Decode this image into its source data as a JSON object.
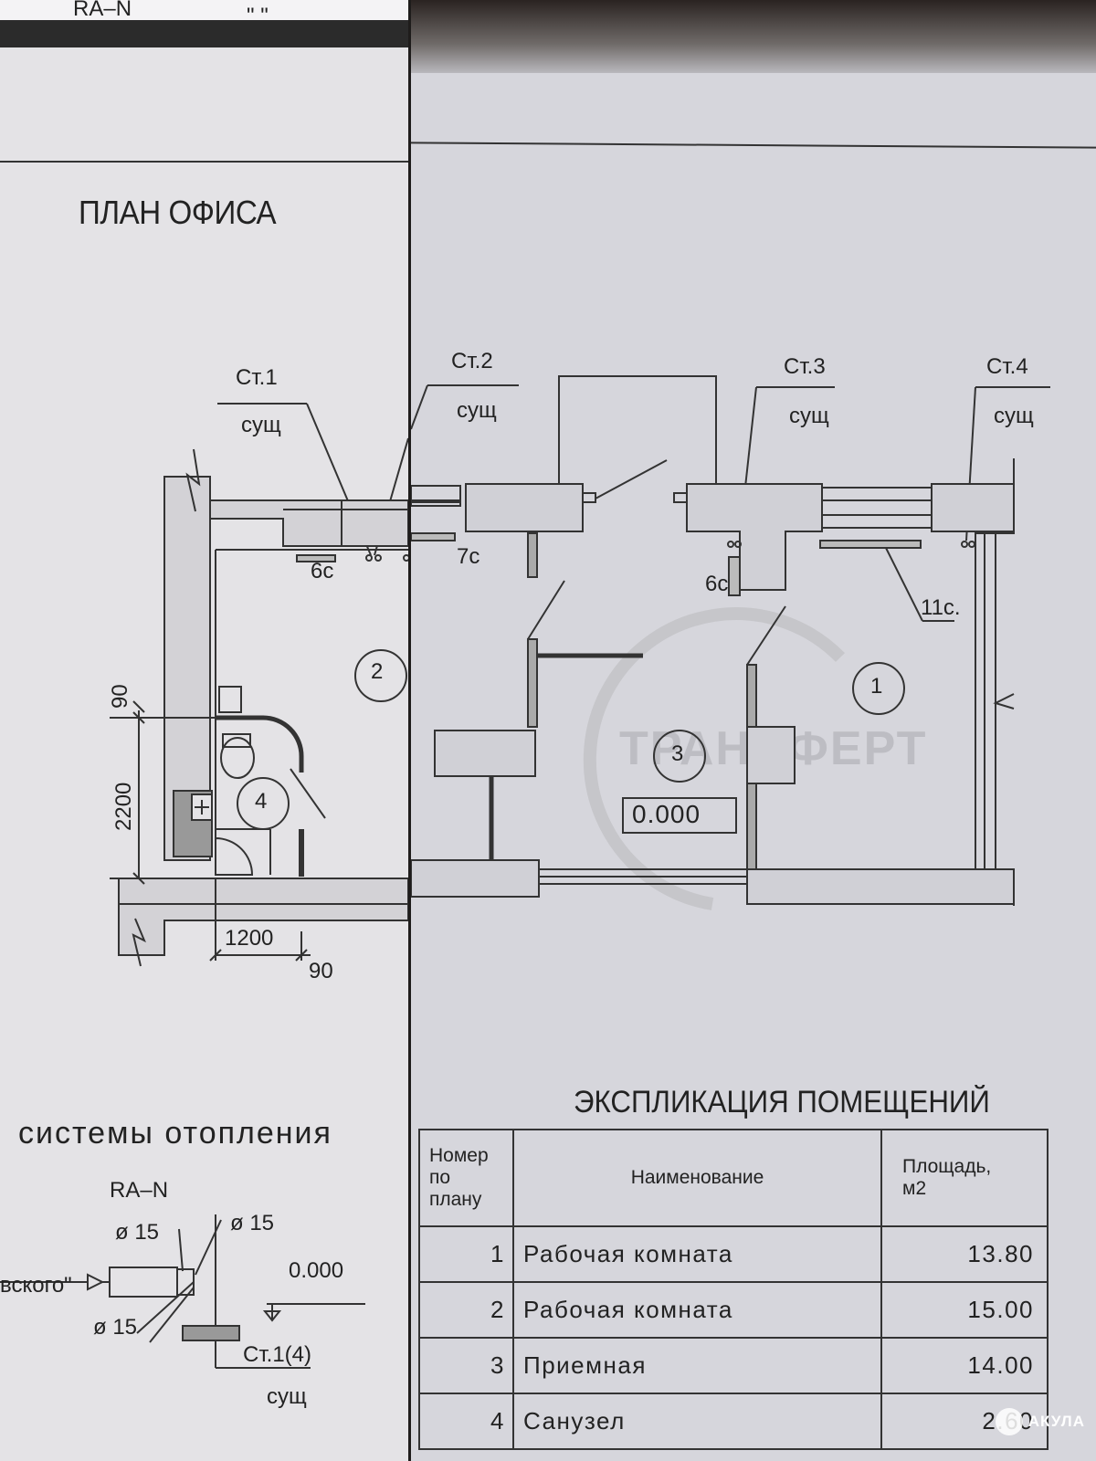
{
  "left_page": {
    "top_fragment": "RA–N",
    "top_quote": "\"          \"",
    "title": "ПЛАН ОФИСА",
    "riser_1": "Ст.1",
    "riser_1_note": "сущ",
    "label_6c": "6с",
    "room_2": "2",
    "room_4": "4",
    "dim_90_top": "90",
    "dim_2200": "2200",
    "dim_1200": "1200",
    "dim_90_bottom": "90",
    "heating_title": "системы отопления",
    "detail_valve": "RA–N",
    "diam_a": "ø 15",
    "diam_b": "ø 15",
    "diam_c": "ø 15",
    "radiator_note": "вского\"",
    "level": "0.000",
    "detail_riser": "Ст.1(4)",
    "detail_riser_note": "сущ"
  },
  "right_page": {
    "riser_2": "Ст.2",
    "riser_2_note": "сущ",
    "riser_3": "Ст.3",
    "riser_3_note": "сущ",
    "riser_4": "Ст.4",
    "riser_4_note": "сущ",
    "label_7c": "7с",
    "label_6c": "6с",
    "label_11c": "11с.",
    "room_1": "1",
    "room_3": "3",
    "level_box": "0.000",
    "watermark": "ТРАНСФЕРТ",
    "explication": {
      "title": "ЭКСПЛИКАЦИЯ ПОМЕЩЕНИЙ",
      "headers": {
        "number_line1": "Номер по",
        "number_line2": "плану",
        "name": "Наименование",
        "area_line1": "Площадь,",
        "area_line2": "м2"
      },
      "rows": [
        {
          "num": "1",
          "name": "Рабочая  комната",
          "area": "13.80"
        },
        {
          "num": "2",
          "name": "Рабочая  комната",
          "area": "15.00"
        },
        {
          "num": "3",
          "name": "Приемная",
          "area": "14.00"
        },
        {
          "num": "4",
          "name": "Санузел",
          "area": "2.60"
        }
      ]
    }
  },
  "badge": {
    "label": "АКУЛА"
  }
}
